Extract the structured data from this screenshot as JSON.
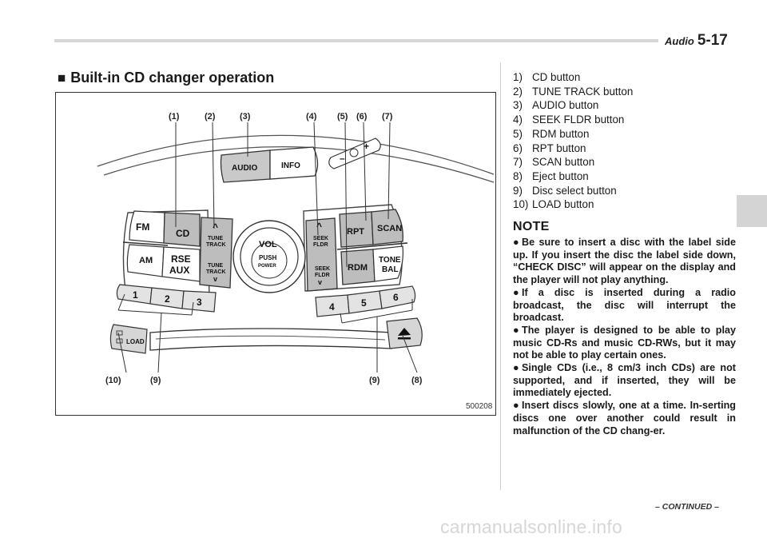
{
  "header": {
    "section": "Audio",
    "page_number": "5-17"
  },
  "heading": {
    "bullet": "■",
    "title": "Built-in CD changer operation"
  },
  "figure": {
    "code": "500208",
    "callouts": [
      "(1)",
      "(2)",
      "(3)",
      "(4)",
      "(5)",
      "(6)",
      "(7)",
      "(8)",
      "(9)",
      "(10)"
    ],
    "buttons": {
      "audio": "AUDIO",
      "info": "INFO",
      "fm": "FM",
      "am": "AM",
      "cd": "CD",
      "rse": "RSE",
      "aux": "AUX",
      "tune": "TUNE",
      "track": "TRACK",
      "vol": "VOL",
      "push": "PUSH",
      "power": "POWER",
      "seek": "SEEK",
      "fldr": "FLDR",
      "rpt": "RPT",
      "scan": "SCAN",
      "rdm": "RDM",
      "tone": "TONE",
      "bal": "BAL",
      "load": "LOAD",
      "minus": "–",
      "plus": "+",
      "presets": [
        "1",
        "2",
        "3",
        "4",
        "5",
        "6"
      ]
    }
  },
  "legend": [
    {
      "num": "1)",
      "label": "CD button"
    },
    {
      "num": "2)",
      "label": "TUNE TRACK button"
    },
    {
      "num": "3)",
      "label": "AUDIO button"
    },
    {
      "num": "4)",
      "label": "SEEK FLDR button"
    },
    {
      "num": "5)",
      "label": "RDM button"
    },
    {
      "num": "6)",
      "label": "RPT button"
    },
    {
      "num": "7)",
      "label": "SCAN button"
    },
    {
      "num": "8)",
      "label": "Eject button"
    },
    {
      "num": "9)",
      "label": "Disc select button"
    },
    {
      "num": "10)",
      "label": "LOAD button"
    }
  ],
  "note": {
    "title": "NOTE",
    "bullet": "●",
    "items": [
      "Be sure to insert a disc with the label side up. If you insert the disc the label side down, “CHECK DISC” will appear on the display and the player will not play anything.",
      "If a disc is inserted during a radio broadcast, the disc will interrupt the broadcast.",
      "The player is designed to be able to play music CD-Rs and music CD-RWs, but it may not be able to play certain ones.",
      "Single CDs (i.e., 8 cm/3 inch CDs) are not supported, and if inserted, they will be immediately ejected.",
      "Insert discs slowly, one at a time. In-serting discs one over another could result in malfunction of the CD chang-er."
    ]
  },
  "footer": {
    "continued": "– CONTINUED –",
    "watermark": "carmanualsonline.info"
  }
}
